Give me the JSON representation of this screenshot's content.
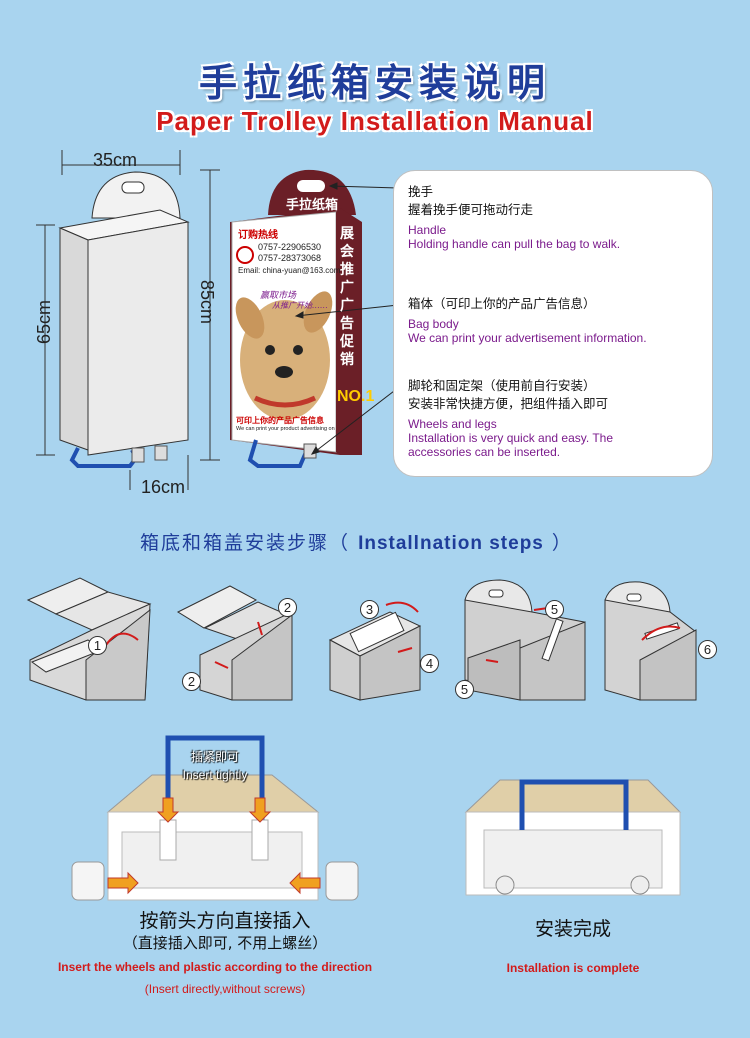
{
  "header": {
    "title_cn": "手拉纸箱安装说明",
    "title_en": "Paper Trolley Installation Manual"
  },
  "dimensions": {
    "width": "35cm",
    "height_body": "65cm",
    "height_total": "85cm",
    "depth": "16cm"
  },
  "product_print": {
    "brand": "手拉纸箱",
    "hotline_label": "订购热线",
    "phone1": "0757-22906530",
    "phone2": "0757-28373068",
    "email": "Email: china-yuan@163.com",
    "slogan1": "赢取市场",
    "slogan2": "从推广开始……",
    "side_text": "展会推广广告促销",
    "badge": "NO.1",
    "bottom_cn": "可印上你的产品广告信息",
    "bottom_en": "We can print your product advertising on surface"
  },
  "info": {
    "handle_cn_title": "挽手",
    "handle_cn_desc": "握着挽手便可拖动行走",
    "handle_en_title": "Handle",
    "handle_en_desc": "Holding handle can pull the bag to walk.",
    "body_cn": "箱体（可印上你的产品广告信息）",
    "body_en_title": "Bag body",
    "body_en_desc": "We can print your advertisement information.",
    "wheels_cn_title": "脚轮和固定架（使用前自行安装）",
    "wheels_cn_desc": "安装非常快捷方便，把组件插入即可",
    "wheels_en_title": "Wheels and legs",
    "wheels_en_desc1": "Installation is very quick and easy. The",
    "wheels_en_desc2": "accessories can be inserted."
  },
  "steps": {
    "title_cn": "箱底和箱盖安装步骤（",
    "title_en": "Installnation steps",
    "title_close": "）",
    "numbers": [
      "1",
      "2",
      "2",
      "3",
      "4",
      "5",
      "5",
      "6"
    ]
  },
  "assembly": {
    "tag_cn": "插紧即可",
    "tag_en": "Insert tightly",
    "caption_cn": "按箭头方向直接插入",
    "caption_cn_sub": "（直接插入即可, 不用上螺丝）",
    "caption_en": "Insert the wheels and plastic according to the direction",
    "caption_en_sub": "(Insert directly,without screws)",
    "done_cn": "安装完成",
    "done_en": "Installation is complete"
  },
  "colors": {
    "background": "#a9d4ef",
    "title_blue": "#1f3d9a",
    "title_red": "#d21b1b",
    "info_purple": "#7b1b8c",
    "handle_blue": "#1f4fb0",
    "box_brown": "#6b1f27"
  }
}
